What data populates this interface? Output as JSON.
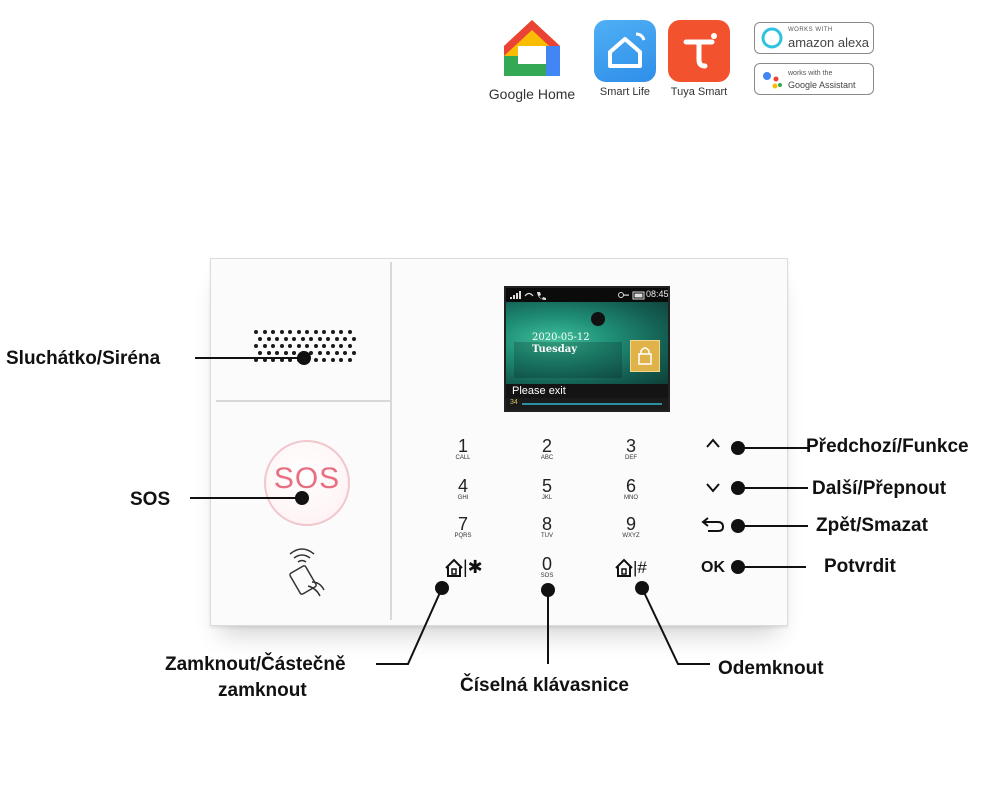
{
  "logos": {
    "google_home_caption": "Google Home",
    "smart_life_caption": "Smart Life",
    "tuya_caption": "Tuya Smart",
    "alexa_small": "WORKS WITH",
    "alexa_big": "amazon alexa",
    "assistant_small": "works with the",
    "assistant_big": "Google Assistant"
  },
  "screen": {
    "status_time": "08:45",
    "date": "2020-05-12",
    "weekday": "Tuesday",
    "message": "Please exit",
    "footer": "34"
  },
  "keypad": {
    "keys": [
      {
        "digit": "1",
        "sub": "CALL"
      },
      {
        "digit": "2",
        "sub": "ABC"
      },
      {
        "digit": "3",
        "sub": "DEF"
      },
      {
        "digit": "4",
        "sub": "GHI"
      },
      {
        "digit": "5",
        "sub": "JKL"
      },
      {
        "digit": "6",
        "sub": "MNO"
      },
      {
        "digit": "7",
        "sub": "PQRS"
      },
      {
        "digit": "8",
        "sub": "TUV"
      },
      {
        "digit": "9",
        "sub": "WXYZ"
      },
      {
        "digit": "0",
        "sub": "SOS"
      }
    ],
    "star_key": "|✱",
    "hash_key": "|#",
    "up_key": "^",
    "down_key": "v",
    "back_key": "⮌",
    "ok_key": "OK"
  },
  "sos_button": "SOS",
  "callouts": {
    "speaker": "Sluchátko/Siréna",
    "sos": "SOS",
    "prev": "Předchozí/Funkce",
    "next": "Další/Přepnout",
    "back": "Zpět/Smazat",
    "ok": "Potvrdit",
    "arm_line1": "Zamknout/Částečně",
    "arm_line2": "zamknout",
    "numpad": "Číselná klávasnice",
    "disarm": "Odemknout"
  },
  "colors": {
    "sos": "#e86f82",
    "screen_bg": "#1f8f76",
    "lock_tile": "#e0b34a",
    "smart_life": "#2f8ee8",
    "tuya": "#f2522e"
  }
}
